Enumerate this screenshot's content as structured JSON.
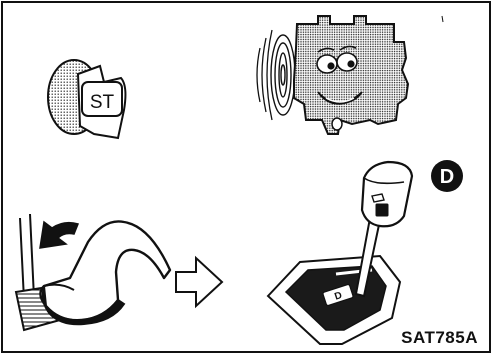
{
  "ignition_key_label": "ST",
  "gear_badge_label": "D",
  "shift_indicator_label": "D",
  "figure_code": "SAT785A",
  "colors": {
    "ink": "#111111",
    "paper": "#ffffff",
    "badge": "#111111",
    "badge_text": "#ffffff",
    "gate_panel": "#1a1a1a"
  }
}
